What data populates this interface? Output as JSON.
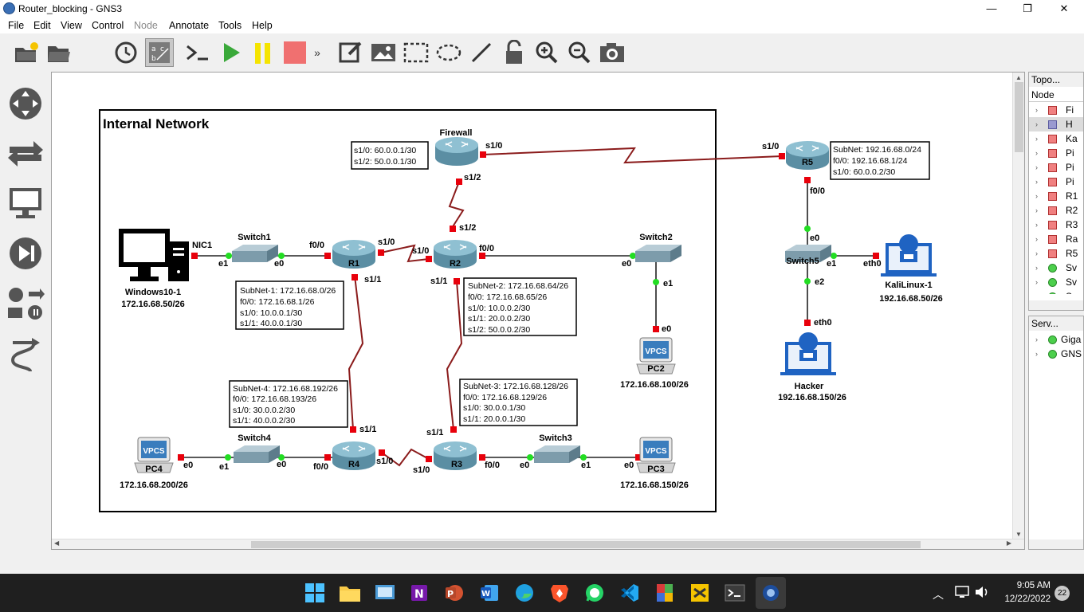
{
  "window": {
    "title": "Router_blocking - GNS3",
    "minimize": "—",
    "maximize": "❐",
    "close": "✕"
  },
  "menu": [
    "File",
    "Edit",
    "View",
    "Control",
    "Node",
    "Annotate",
    "Tools",
    "Help"
  ],
  "toolbar": {
    "more": "»"
  },
  "canvas": {
    "area_title": "Internal Network",
    "nodes": {
      "firewall": "Firewall",
      "r1": "R1",
      "r2": "R2",
      "r3": "R3",
      "r4": "R4",
      "r5": "R5",
      "switch1": "Switch1",
      "switch2": "Switch2",
      "switch3": "Switch3",
      "switch4": "Switch4",
      "switch5": "Switch5",
      "windows": "Windows10-1",
      "windows_ip": "172.16.68.50/26",
      "windows_nic": "NIC1",
      "pc2": "PC2",
      "pc2_ip": "172.16.68.100/26",
      "pc3": "PC3",
      "pc3_ip": "172.16.68.150/26",
      "pc4": "PC4",
      "pc4_ip": "172.16.68.200/26",
      "kali": "KaliLinux-1",
      "kali_ip": "192.16.68.50/26",
      "hacker": "Hacker",
      "hacker_ip": "192.16.68.150/26",
      "vpcs": "VPCS"
    },
    "ports": {
      "fw_s10": "s1/0",
      "fw_s12": "s1/2",
      "r5_s10": "s1/0",
      "r5_f00": "f0/0",
      "sw5_e0": "e0",
      "sw5_e1": "e1",
      "sw5_e2": "e2",
      "kali_eth0": "eth0",
      "hacker_eth0": "eth0",
      "r2_s12": "s1/2",
      "r2_s10": "s1/0",
      "r2_f00": "f0/0",
      "r2_s11": "s1/1",
      "r1_s10": "s1/0",
      "r1_f00": "f0/0",
      "r1_s11": "s1/1",
      "sw1_e0": "e0",
      "sw1_e1": "e1",
      "sw2_e0": "e0",
      "sw2_e1": "e1",
      "pc2_e0": "e0",
      "r4_s11": "s1/1",
      "r4_s10": "s1/0",
      "r4_f00": "f0/0",
      "r3_s11": "s1/1",
      "r3_s10": "s1/0",
      "r3_f00": "f0/0",
      "sw3_e0": "e0",
      "sw3_e1": "e1",
      "pc3_e0": "e0",
      "sw4_e0": "e0",
      "sw4_e1": "e1",
      "pc4_e0": "e0"
    },
    "notes": {
      "firewall": [
        "s1/0: 60.0.0.1/30",
        "s1/2: 50.0.0.1/30"
      ],
      "r5": [
        "SubNet: 192.16.68.0/24",
        "f0/0: 192.16.68.1/24",
        "s1/0: 60.0.0.2/30"
      ],
      "r1": [
        "SubNet-1: 172.16.68.0/26",
        "f0/0: 172.16.68.1/26",
        "s1/0: 10.0.0.1/30",
        "s1/1: 40.0.0.1/30"
      ],
      "r2": [
        "SubNet-2: 172.16.68.64/26",
        "f0/0: 172.16.68.65/26",
        "s1/0: 10.0.0.2/30",
        "s1/1: 20.0.0.2/30",
        "s1/2: 50.0.0.2/30"
      ],
      "r3": [
        "SubNet-3: 172.16.68.128/26",
        "f0/0: 172.16.68.129/26",
        "s1/0: 30.0.0.1/30",
        "s1/1: 20.0.0.1/30"
      ],
      "r4": [
        "SubNet-4: 172.16.68.192/26",
        "f0/0: 172.16.68.193/26",
        "s1/0: 30.0.0.2/30",
        "s1/1: 40.0.0.2/30"
      ]
    }
  },
  "topology_panel": {
    "title": "Topo...",
    "header": "Node",
    "items": [
      "Fi",
      "H",
      "Ka",
      "Pi",
      "Pi",
      "Pi",
      "R1",
      "R2",
      "R3",
      "Ra",
      "R5",
      "Sv",
      "Sv",
      "Sv"
    ]
  },
  "servers_panel": {
    "title": "Serv...",
    "items": [
      "Giga",
      "GNS"
    ]
  },
  "taskbar": {
    "time": "9:05 AM",
    "date": "12/22/2022",
    "notif": "22"
  },
  "colors": {
    "router": "#6fa3b8",
    "link": "#8b1c1c",
    "port_red": "#e8000b",
    "port_green": "#22dd22",
    "taskbar": "#1f1f1f"
  }
}
